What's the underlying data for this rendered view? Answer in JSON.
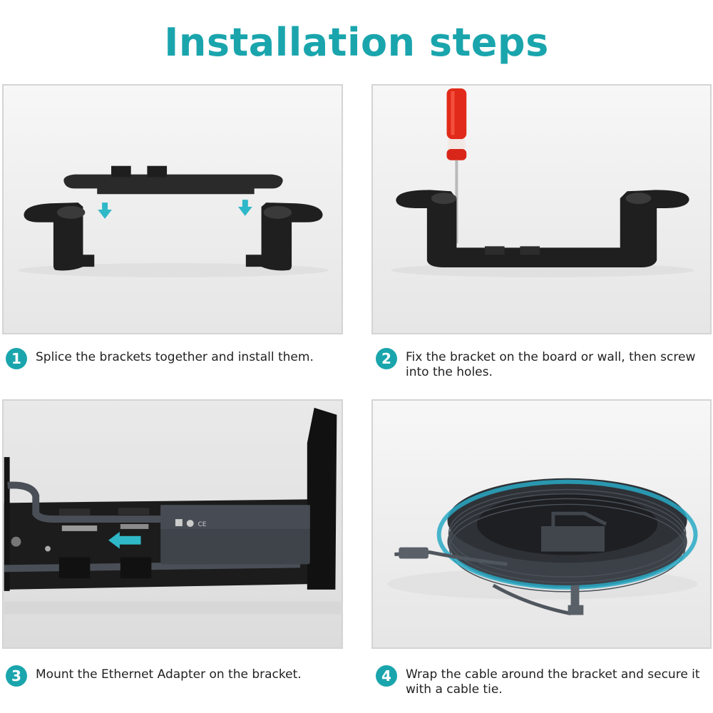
{
  "page": {
    "title": "Installation steps",
    "accent_color": "#1aa5ad"
  },
  "steps": [
    {
      "number": "1",
      "text": "Splice the brackets together and install them.",
      "image": "brackets-splice-illustration"
    },
    {
      "number": "2",
      "text": "Fix the bracket on the board or wall, then screw into the holes.",
      "image": "screwdriver-fix-illustration"
    },
    {
      "number": "3",
      "text": "Mount the Ethernet Adapter on the bracket.",
      "image": "ethernet-adapter-mount-illustration"
    },
    {
      "number": "4",
      "text": "Wrap the cable around the bracket and secure it with a cable tie.",
      "image": "cable-wrap-illustration"
    }
  ]
}
